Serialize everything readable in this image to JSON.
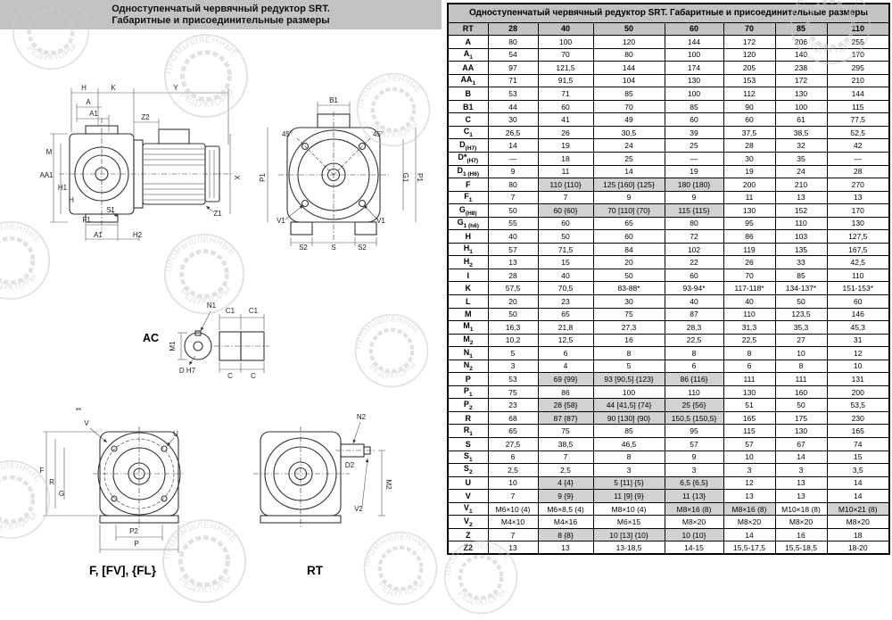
{
  "left_panel": {
    "title_line1": "Одноступенчатый червячный редуктор SRT.",
    "title_line2": "Габаритные и присоединительные размеры",
    "view_labels": {
      "ac": "AC",
      "flange": "F, [FV], {FL}",
      "rt": "RT"
    },
    "dim_labels": [
      "H",
      "K",
      "Y",
      "A",
      "A1",
      "Z2",
      "X",
      "M",
      "AA1",
      "H1",
      "H",
      "F1",
      "S1",
      "A1",
      "H2",
      "Z1",
      "B1",
      "45°",
      "45°",
      "P1",
      "G1",
      "P1",
      "V1",
      "V1",
      "S2",
      "S",
      "S2",
      "N1",
      "M1",
      "C1",
      "C1",
      "D H7",
      "C",
      "C",
      "**",
      "V",
      "F",
      "R",
      "G",
      "U",
      "P2",
      "P",
      "N2",
      "D2",
      "M2",
      "V2"
    ]
  },
  "watermark": {
    "top": "ПРОМЫШЛЕННЫЕ",
    "bottom": "РЕДУКТОРЫ"
  },
  "table": {
    "title": "Одноступенчатый червячный редуктор SRT. Габаритные и присоединительные размеры",
    "rows": [
      {
        "main": "RT",
        "sub": "",
        "header": true,
        "values": [
          "28",
          "40",
          "50",
          "60",
          "70",
          "85",
          "110"
        ]
      },
      {
        "main": "A",
        "sub": "",
        "values": [
          "80",
          "100",
          "120",
          "144",
          "172",
          "206",
          "255"
        ]
      },
      {
        "main": "A",
        "sub": "1",
        "values": [
          "54",
          "70",
          "80",
          "100",
          "120",
          "140",
          "170"
        ]
      },
      {
        "main": "AA",
        "sub": "",
        "values": [
          "97",
          "121,5",
          "144",
          "174",
          "205",
          "238",
          "295"
        ]
      },
      {
        "main": "AA",
        "sub": "1",
        "values": [
          "71",
          "91,5",
          "104",
          "130",
          "153",
          "172",
          "210"
        ]
      },
      {
        "main": "B",
        "sub": "",
        "values": [
          "53",
          "71",
          "85",
          "100",
          "112",
          "130",
          "144"
        ]
      },
      {
        "main": "B1",
        "sub": "",
        "values": [
          "44",
          "60",
          "70",
          "85",
          "90",
          "100",
          "115"
        ]
      },
      {
        "main": "C",
        "sub": "",
        "values": [
          "30",
          "41",
          "49",
          "60",
          "60",
          "61",
          "77,5"
        ]
      },
      {
        "main": "C",
        "sub": "1",
        "values": [
          "26,5",
          "26",
          "30,5",
          "39",
          "37,5",
          "38,5",
          "52,5"
        ]
      },
      {
        "main": "D",
        "sub": "(H7)",
        "values": [
          "14",
          "19",
          "24",
          "25",
          "28",
          "32",
          "42"
        ]
      },
      {
        "main": "D*",
        "sub": "(H7)",
        "values": [
          "—",
          "18",
          "25",
          "—",
          "30",
          "35",
          "—"
        ]
      },
      {
        "main": "D",
        "sub": "1 (H6)",
        "values": [
          "9",
          "11",
          "14",
          "19",
          "19",
          "24",
          "28"
        ]
      },
      {
        "main": "F",
        "sub": "",
        "values": [
          "80",
          {
            "t": "110 {110}",
            "sh": true
          },
          {
            "t": "125 [160] {125}",
            "sh": true
          },
          {
            "t": "180 {180}",
            "sh": true
          },
          "200",
          "210",
          "270"
        ]
      },
      {
        "main": "F",
        "sub": "1",
        "values": [
          "7",
          "7",
          "9",
          "9",
          "11",
          "13",
          "13"
        ]
      },
      {
        "main": "G",
        "sub": "(H8)",
        "values": [
          "50",
          {
            "t": "60 {60}",
            "sh": true
          },
          {
            "t": "70 [110] {70}",
            "sh": true
          },
          {
            "t": "115 {115}",
            "sh": true
          },
          "130",
          "152",
          "170"
        ]
      },
      {
        "main": "G",
        "sub": "1 (h6)",
        "values": [
          "55",
          "60",
          "65",
          "80",
          "95",
          "110",
          "130"
        ]
      },
      {
        "main": "H",
        "sub": "",
        "values": [
          "40",
          "50",
          "60",
          "72",
          "86",
          "103",
          "127,5"
        ]
      },
      {
        "main": "H",
        "sub": "1",
        "values": [
          "57",
          "71,5",
          "84",
          "102",
          "119",
          "135",
          "167,5"
        ]
      },
      {
        "main": "H",
        "sub": "2",
        "values": [
          "13",
          "15",
          "20",
          "22",
          "26",
          "33",
          "42,5"
        ]
      },
      {
        "main": "I",
        "sub": "",
        "values": [
          "28",
          "40",
          "50",
          "60",
          "70",
          "85",
          "110"
        ]
      },
      {
        "main": "K",
        "sub": "",
        "values": [
          "57,5",
          "70,5",
          "83-88*",
          "93-94*",
          "117-118*",
          "134-137*",
          "151-153*"
        ]
      },
      {
        "main": "L",
        "sub": "",
        "values": [
          "20",
          "23",
          "30",
          "40",
          "40",
          "50",
          "60"
        ]
      },
      {
        "main": "M",
        "sub": "",
        "values": [
          "50",
          "65",
          "75",
          "87",
          "110",
          "123,5",
          "146"
        ]
      },
      {
        "main": "M",
        "sub": "1",
        "values": [
          "16,3",
          "21,8",
          "27,3",
          "28,3",
          "31,3",
          "35,3",
          "45,3"
        ]
      },
      {
        "main": "M",
        "sub": "2",
        "values": [
          "10,2",
          "12,5",
          "16",
          "22,5",
          "22,5",
          "27",
          "31"
        ]
      },
      {
        "main": "N",
        "sub": "1",
        "values": [
          "5",
          "6",
          "8",
          "8",
          "8",
          "10",
          "12"
        ]
      },
      {
        "main": "N",
        "sub": "2",
        "values": [
          "3",
          "4",
          "5",
          "6",
          "6",
          "8",
          "10"
        ]
      },
      {
        "main": "P",
        "sub": "",
        "values": [
          "53",
          {
            "t": "69 {99}",
            "sh": true
          },
          {
            "t": "93 [90,5] {123}",
            "sh": true
          },
          {
            "t": "86 {116}",
            "sh": true
          },
          "111",
          "111",
          "131"
        ]
      },
      {
        "main": "P",
        "sub": "1",
        "values": [
          "75",
          "86",
          "100",
          "110",
          "130",
          "160",
          "200"
        ]
      },
      {
        "main": "P",
        "sub": "2",
        "values": [
          "23",
          {
            "t": "28 {58}",
            "sh": true
          },
          {
            "t": "44 [41,5] {74}",
            "sh": true
          },
          {
            "t": "25 {56}",
            "sh": true
          },
          "51",
          "50",
          "53,5"
        ]
      },
      {
        "main": "R",
        "sub": "",
        "values": [
          "68",
          {
            "t": "87 {87}",
            "sh": true
          },
          {
            "t": "90 [130] {90}",
            "sh": true
          },
          {
            "t": "150,5 {150,5}",
            "sh": true
          },
          "165",
          "175",
          "230"
        ]
      },
      {
        "main": "R",
        "sub": "1",
        "values": [
          "65",
          "75",
          "85",
          "95",
          "115",
          "130",
          "165"
        ]
      },
      {
        "main": "S",
        "sub": "",
        "values": [
          "27,5",
          "38,5",
          "46,5",
          "57",
          "57",
          "67",
          "74"
        ]
      },
      {
        "main": "S",
        "sub": "1",
        "values": [
          "6",
          "7",
          "8",
          "9",
          "10",
          "14",
          "15"
        ]
      },
      {
        "main": "S",
        "sub": "2",
        "values": [
          "2,5",
          "2,5",
          "3",
          "3",
          "3",
          "3",
          "3,5"
        ]
      },
      {
        "main": "U",
        "sub": "",
        "values": [
          "10",
          {
            "t": "4 {4}",
            "sh": true
          },
          {
            "t": "5 [11] {5}",
            "sh": true
          },
          {
            "t": "6,5 {6,5}",
            "sh": true
          },
          "12",
          "13",
          "14"
        ]
      },
      {
        "main": "V",
        "sub": "",
        "values": [
          "7",
          {
            "t": "9 {9}",
            "sh": true
          },
          {
            "t": "11 [9] {9}",
            "sh": true
          },
          {
            "t": "11 {13}",
            "sh": true
          },
          "13",
          "13",
          "14"
        ]
      },
      {
        "main": "V",
        "sub": "1",
        "values": [
          "M6×10 (4)",
          "M6×8,5 (4)",
          "M8×10 (4)",
          {
            "t": "M8×16 (8)",
            "sh": true
          },
          {
            "t": "M8×16 (8)",
            "sh": true
          },
          "M10×18 (8)",
          {
            "t": "M10×21 (8)",
            "sh": true
          }
        ]
      },
      {
        "main": "V",
        "sub": "2",
        "values": [
          "M4×10",
          "M4×16",
          "M6×15",
          "M8×20",
          "M8×20",
          "M8×20",
          "M8×20"
        ]
      },
      {
        "main": "Z",
        "sub": "",
        "values": [
          "7",
          {
            "t": "8 {8}",
            "sh": true
          },
          {
            "t": "10 [13] {10}",
            "sh": true
          },
          {
            "t": "10 {10}",
            "sh": true
          },
          "14",
          "16",
          "18"
        ]
      },
      {
        "main": "Z2",
        "sub": "",
        "values": [
          "13",
          "13",
          "13-18,5",
          "14-15",
          "15,5-17,5",
          "15,5-18,5",
          "18-20"
        ]
      }
    ]
  }
}
